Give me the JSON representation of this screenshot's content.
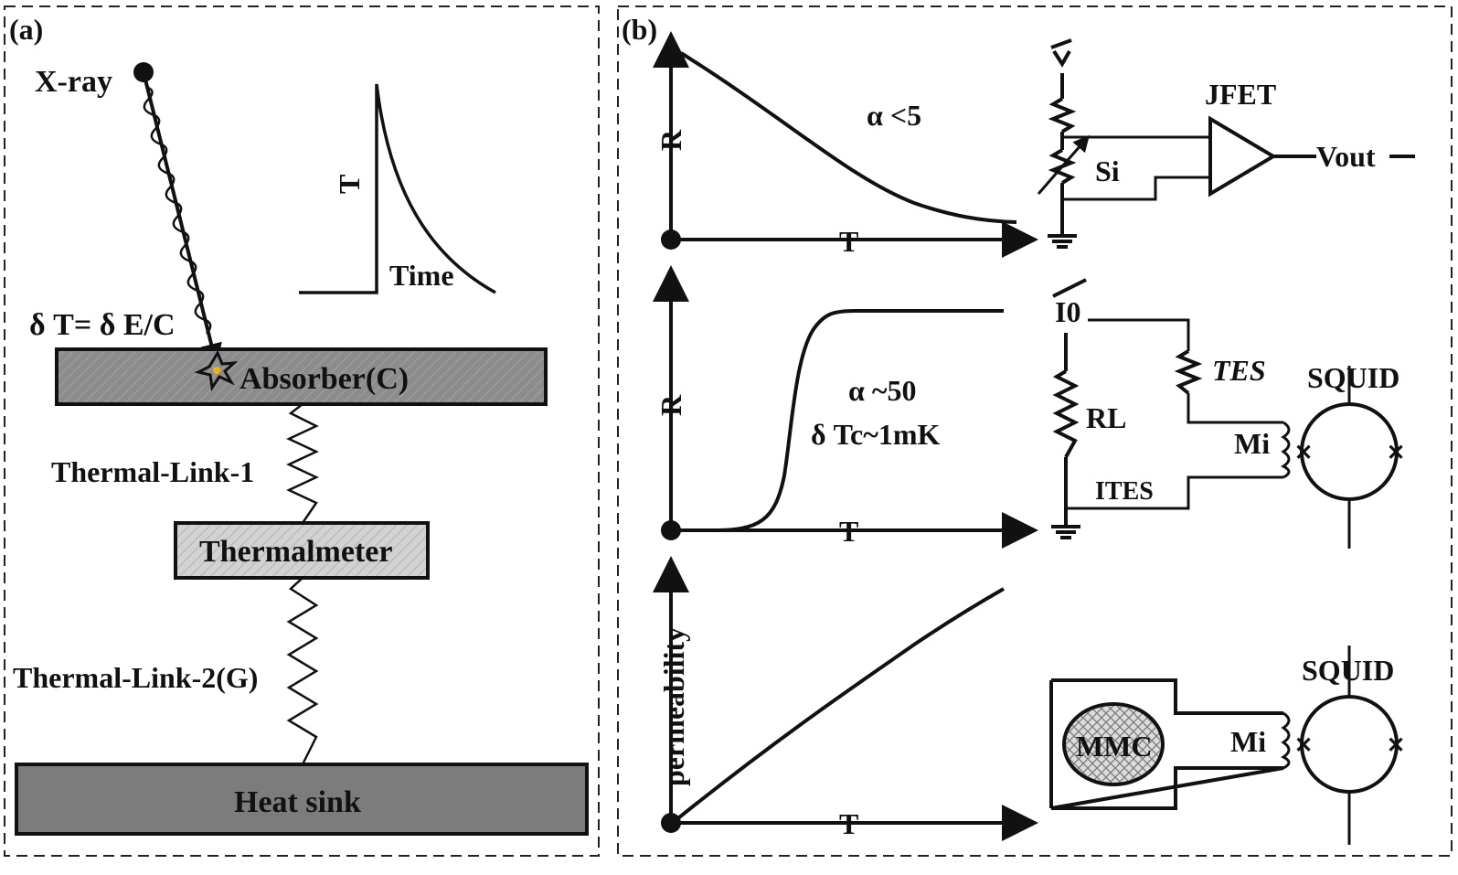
{
  "panel_a": {
    "label": "(a)",
    "xray_label": "X-ray",
    "formula": "δ T= δ E/C",
    "inset_t_label": "T",
    "inset_time_label": "Time",
    "absorber_label": "Absorber(C)",
    "link1_label": "Thermal-Link-1",
    "thermometer_label": "Thermalmeter",
    "link2_label": "Thermal-Link-2(G)",
    "heatsink_label": "Heat sink"
  },
  "panel_b": {
    "label": "(b)",
    "row1": {
      "y_label": "R",
      "x_label": "T",
      "alpha_label": "α <5"
    },
    "row2": {
      "y_label": "R",
      "x_label": "T",
      "alpha_label": "α ~50",
      "width_label": "δ Tc~1mK"
    },
    "row3": {
      "y_label": "permeability",
      "x_label": "T"
    },
    "circuit1": {
      "voltage_label": "V",
      "sensor_label": "Si",
      "amp_label": "JFET",
      "output_label": "Vout"
    },
    "circuit2": {
      "current_label": "I0",
      "load_label": "RL",
      "tes_label": "TES",
      "current_tes_label": "ITES",
      "coil_label": "Mi",
      "squid_label": "SQUID"
    },
    "circuit3": {
      "sensor_label": "MMC",
      "coil_label": "Mi",
      "squid_label": "SQUID"
    }
  }
}
